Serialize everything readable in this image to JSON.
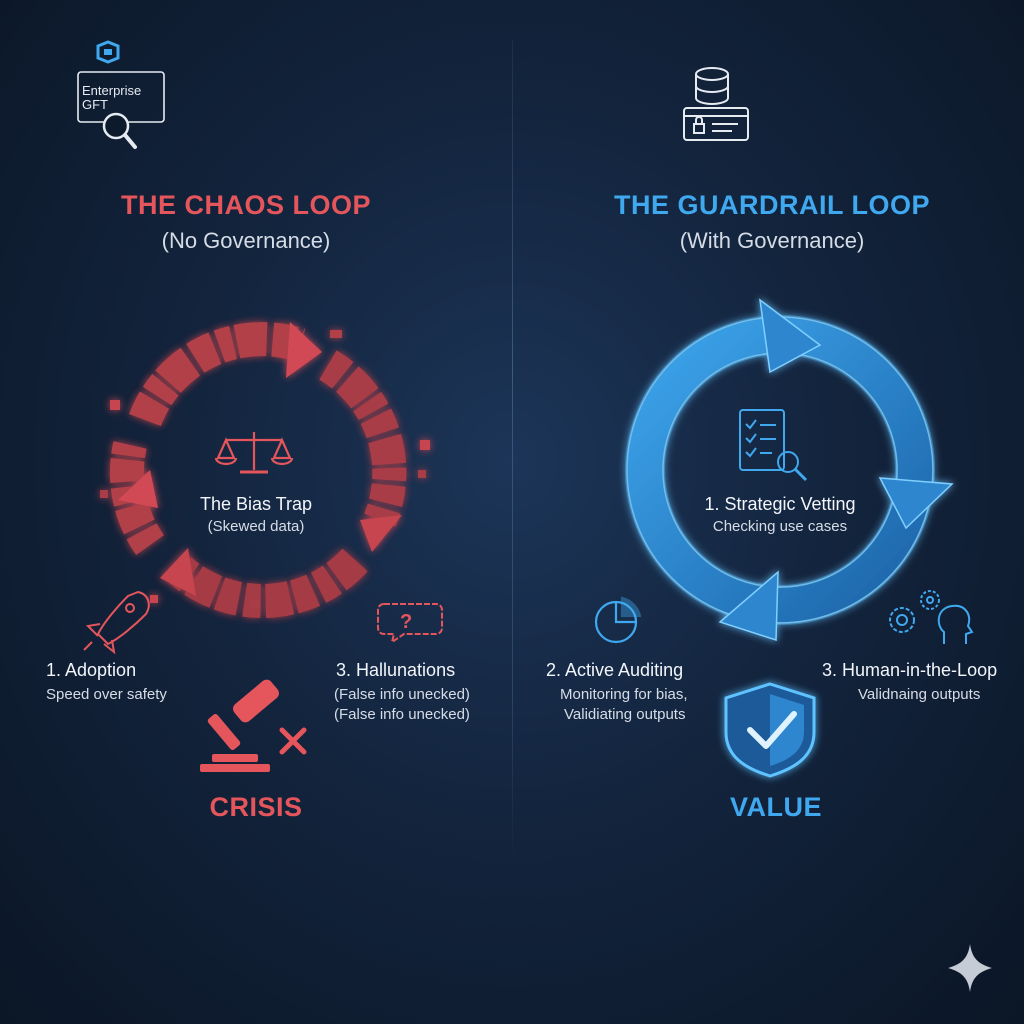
{
  "brand": {
    "line1": "Enterprise",
    "line2": "GFT"
  },
  "left": {
    "title": "THE CHAOS LOOP",
    "subtitle": "(No Governance)",
    "center_title": "The Bias Trap",
    "center_sub": "(Skewed data)",
    "step1_title": "1. Adoption",
    "step1_sub": "Speed over safety",
    "step3_title": "3. Hallunations",
    "step3_sub1": "(False info unecked)",
    "step3_sub2": "(False info unecked)",
    "outcome": "CRISIS"
  },
  "right": {
    "title": "THE GUARDRAIL LOOP",
    "subtitle": "(With Governance)",
    "step1_title": "1. Strategic Vetting",
    "step1_sub": "Checking use cases",
    "step2_title": "2. Active Auditing",
    "step2_sub1": "Monitoring for bias,",
    "step2_sub2": "Validiating outputs",
    "step3_title": "3. Human-in-the-Loop",
    "step3_sub": "Validnaing outputs",
    "outcome": "VALUE"
  },
  "colors": {
    "chaos": "#e4565c",
    "guard": "#3fa8ee",
    "guard_light": "#5ec3ff"
  },
  "icons": [
    "brand-logo-icon",
    "magnifier-icon",
    "database-icon",
    "secure-server-icon",
    "scales-icon",
    "rocket-icon",
    "question-bubble-icon",
    "gavel-icon",
    "checklist-icon",
    "pie-chart-icon",
    "gears-head-icon",
    "shield-check-icon",
    "sparkle-icon"
  ]
}
